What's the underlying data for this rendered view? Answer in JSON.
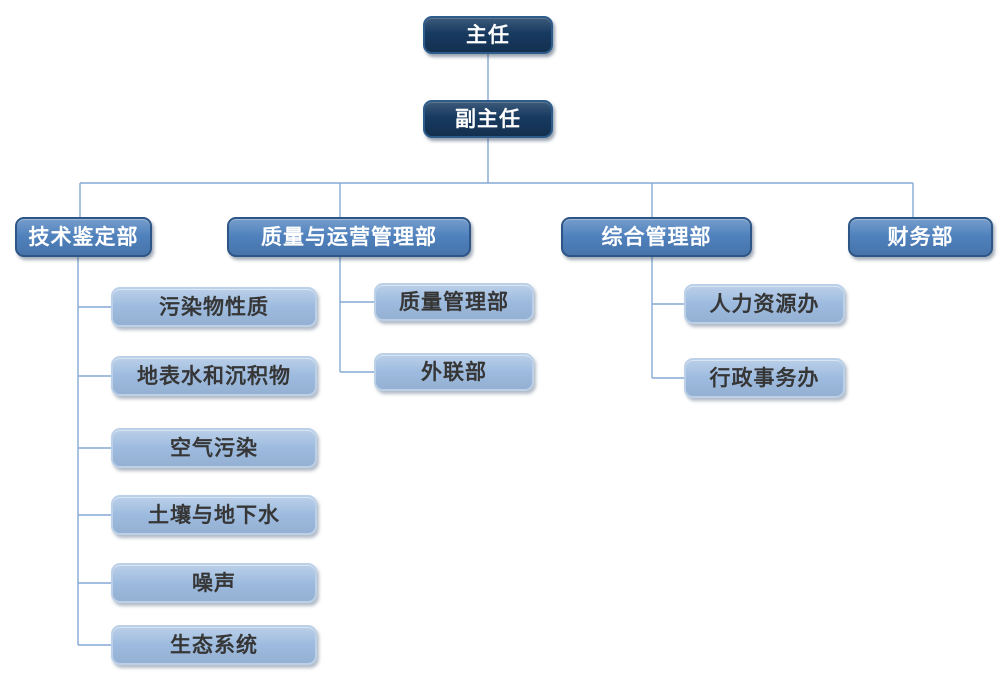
{
  "org": {
    "root": {
      "label": "主任"
    },
    "deputy": {
      "label": "副主任"
    },
    "departments": [
      {
        "label": "技术鉴定部",
        "children": [
          "污染物性质",
          "地表水和沉积物",
          "空气污染",
          "土壤与地下水",
          "噪声",
          "生态系统"
        ]
      },
      {
        "label": "质量与运营管理部",
        "children": [
          "质量管理部",
          "外联部"
        ]
      },
      {
        "label": "综合管理部",
        "children": [
          "人力资源办",
          "行政事务办"
        ]
      },
      {
        "label": "财务部",
        "children": []
      }
    ],
    "colors": {
      "level1_fill": "#173a60",
      "level1_border": "#2e5c8a",
      "level2_fill": "#4f81bd",
      "level2_border": "#2d5585",
      "level3_fill": "#9dbbdf",
      "level3_border": "#bcd0e8",
      "connector": "#85a9d5",
      "text_light": "#ffffff",
      "text_dark": "#363636"
    }
  }
}
